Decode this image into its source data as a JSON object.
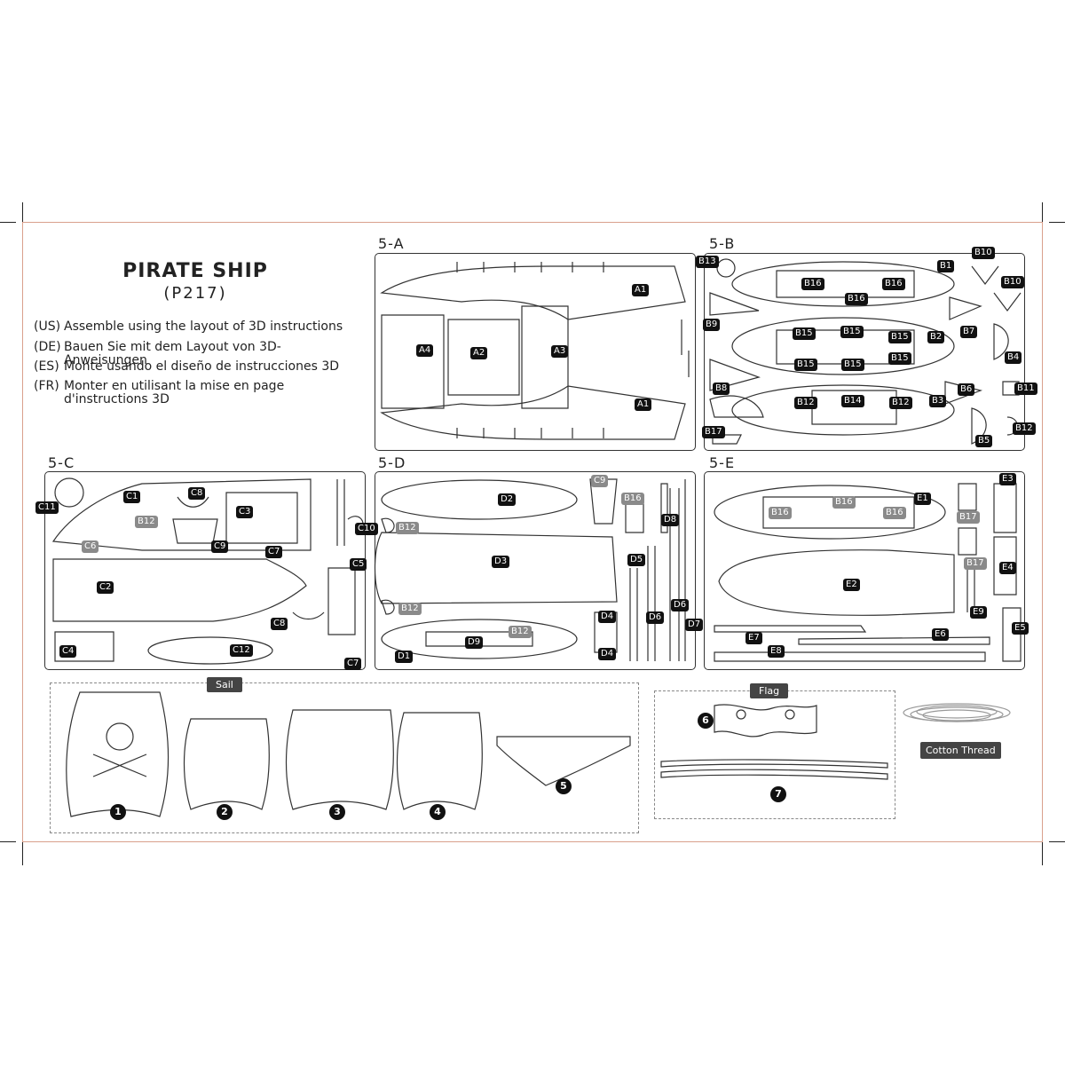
{
  "title": "PIRATE SHIP",
  "subtitle": "(P217)",
  "instructions": [
    {
      "code": "(US)",
      "text": "Assemble using the layout of 3D instructions"
    },
    {
      "code": "(DE)",
      "text": "Bauen Sie mit dem Layout von 3D-Anweisungen"
    },
    {
      "code": "(ES)",
      "text": "Monte usando el diseño de instrucciones 3D"
    },
    {
      "code": "(FR)",
      "text": "Monter en utilisant la mise en page d'instructions 3D"
    }
  ],
  "sheets": {
    "a": {
      "label": "5-A",
      "parts": [
        "A1",
        "A1",
        "A2",
        "A3",
        "A4"
      ]
    },
    "b": {
      "label": "5-B",
      "parts": [
        "B1",
        "B2",
        "B3",
        "B4",
        "B5",
        "B6",
        "B7",
        "B8",
        "B9",
        "B10",
        "B10",
        "B11",
        "B12",
        "B12",
        "B12",
        "B13",
        "B14",
        "B15",
        "B15",
        "B15",
        "B15",
        "B15",
        "B15",
        "B16",
        "B16",
        "B16",
        "B17"
      ]
    },
    "c": {
      "label": "5-C",
      "parts": [
        "C1",
        "C2",
        "C3",
        "C4",
        "C5",
        "C6",
        "C7",
        "C7",
        "C8",
        "C8",
        "C9",
        "C10",
        "C11",
        "C12",
        "B12"
      ]
    },
    "d": {
      "label": "5-D",
      "parts": [
        "D1",
        "D2",
        "D3",
        "D4",
        "D4",
        "D5",
        "D6",
        "D6",
        "D7",
        "D8",
        "D9",
        "C9",
        "B16",
        "B12",
        "B12",
        "B12"
      ]
    },
    "e": {
      "label": "5-E",
      "parts": [
        "E1",
        "E2",
        "E3",
        "E4",
        "E5",
        "E6",
        "E7",
        "E8",
        "E9",
        "B16",
        "B16",
        "B16",
        "B17",
        "B17"
      ]
    }
  },
  "sail": {
    "label": "Sail",
    "numbers": [
      "1",
      "2",
      "3",
      "4",
      "5"
    ]
  },
  "flag": {
    "label": "Flag",
    "numbers": [
      "6",
      "7"
    ]
  },
  "thread": {
    "label": "Cotton Thread"
  }
}
